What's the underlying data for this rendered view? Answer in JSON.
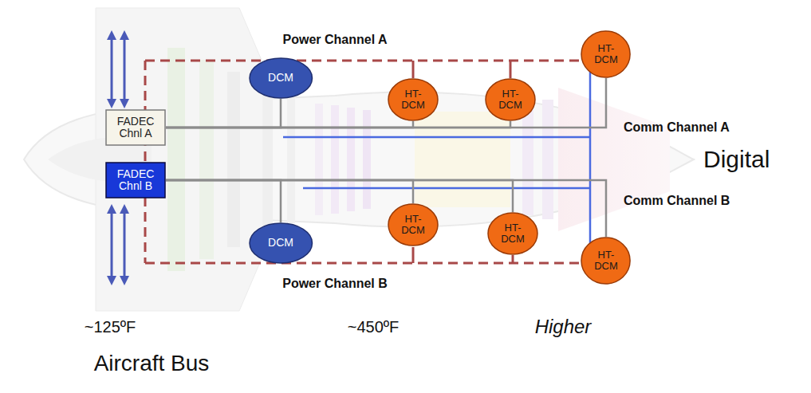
{
  "diagram": {
    "nodes": [
      {
        "text": [
          "FADEC Chnl A"
        ]
      },
      {
        "text": [
          "FADEC Chnl B"
        ]
      },
      {
        "text": [
          "DCM"
        ]
      },
      {
        "text": [
          "HT- DCM"
        ]
      },
      {
        "text": [
          "HT- DCM"
        ]
      },
      {
        "text": [
          "HT- DCM"
        ]
      },
      {
        "text": [
          "DCM"
        ]
      },
      {
        "text": [
          "HT- DCM"
        ]
      },
      {
        "text": [
          "HT- DCM"
        ]
      },
      {
        "text": [
          "HT- DCM"
        ]
      }
    ],
    "edges": [
      {
        "from": 0,
        "to": 2,
        "arrow": "none"
      },
      {
        "from": 0,
        "to": 3,
        "arrow": "none"
      },
      {
        "from": 0,
        "to": 4,
        "arrow": "none"
      },
      {
        "from": 0,
        "to": 5,
        "arrow": "none"
      },
      {
        "from": 1,
        "to": 6,
        "arrow": "none"
      },
      {
        "from": 1,
        "to": 7,
        "arrow": "none"
      },
      {
        "from": 1,
        "to": 8,
        "arrow": "none"
      },
      {
        "from": 1,
        "to": 9,
        "arrow": "none"
      }
    ],
    "labels": [
      "Power Channel A",
      "Comm Channel A",
      "Digital",
      "Comm Channel B",
      "Power Channel B",
      "~125ºF",
      "~450ºF",
      "Higher",
      "Aircraft Bus"
    ]
  }
}
